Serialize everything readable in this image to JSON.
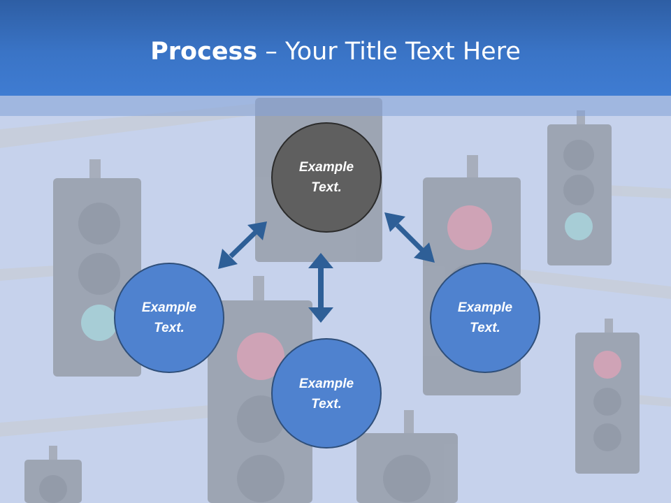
{
  "title": {
    "bold": "Process",
    "rest": " – Your Title Text Here"
  },
  "nodes": [
    {
      "label": "Example Text.",
      "line1": "Example",
      "line2": "Text.",
      "color": "#5f5f5f"
    },
    {
      "label": "Example Text.",
      "line1": "Example",
      "line2": "Text.",
      "color": "#4f82cf"
    },
    {
      "label": "Example Text.",
      "line1": "Example",
      "line2": "Text.",
      "color": "#4f82cf"
    },
    {
      "label": "Example Text.",
      "line1": "Example",
      "line2": "Text.",
      "color": "#4f82cf"
    }
  ],
  "colors": {
    "header": "#3a74c6",
    "arrow": "#2e5f97",
    "circle_border": "#2f4f7a"
  }
}
